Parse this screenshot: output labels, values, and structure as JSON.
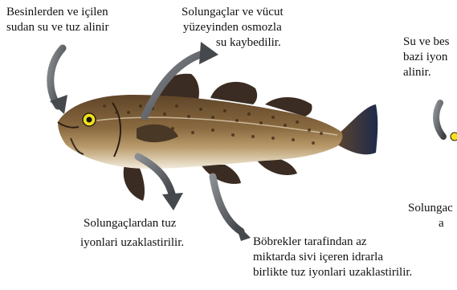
{
  "labels": {
    "intake_food_water": [
      "Besinlerden ve içilen",
      "sudan  su ve tuz alinir"
    ],
    "osmotic_loss": [
      "Solungaçlar ve vücut",
      "yüzeyinden osmozla",
      "su kaybedilir."
    ],
    "right_partial_top": [
      "Su ve bes",
      "bazi iyon",
      "alinir."
    ],
    "right_partial_bottom": [
      "Solungac",
      "a"
    ],
    "gill_ion_removal": [
      "Solungaçlardan tuz",
      "iyonlari uzaklastirilir."
    ],
    "kidney_excretion": [
      "Böbrekler tarafindan az",
      "miktarda sivi içeren idrarla",
      "birlikte tuz iyonlari uzaklastirilir."
    ]
  },
  "colors": {
    "fish_body": "#7a5a36",
    "fish_belly": "#f2ead8",
    "fins": "#3a2c22",
    "tail_tip": "#2c3350",
    "arrow": "#55585c",
    "eye": "#f4e21a"
  },
  "icons": [
    "cod-fish-illustration",
    "curved-arrow"
  ]
}
